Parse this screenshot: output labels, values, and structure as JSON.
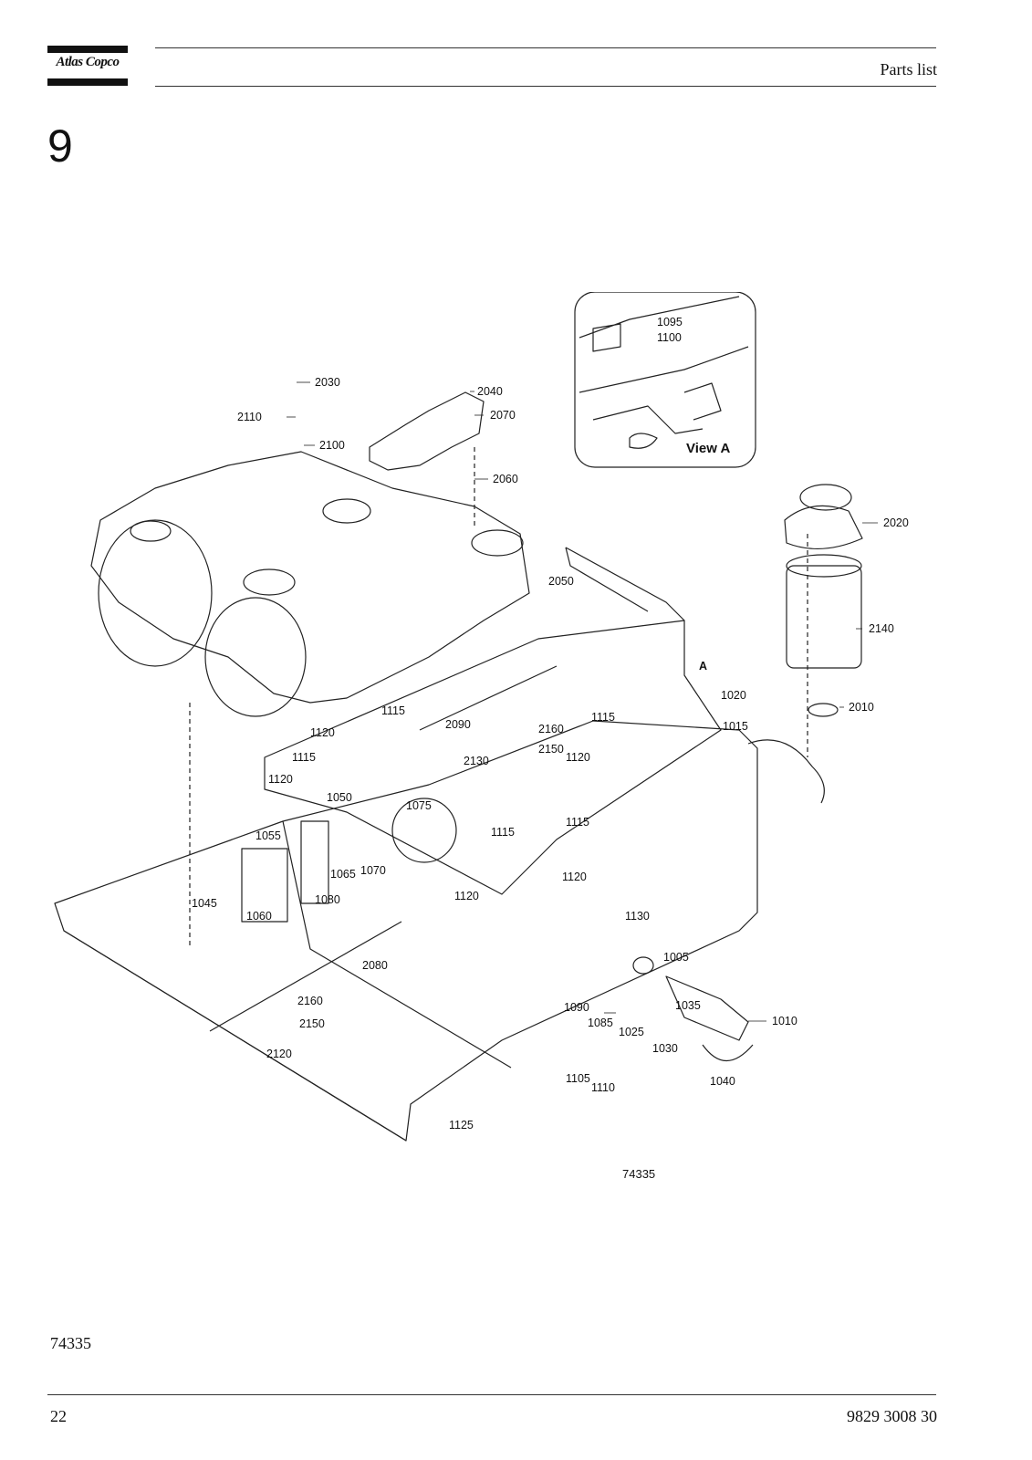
{
  "header": {
    "logo_text": "Atlas Copco",
    "title": "Parts list"
  },
  "section": {
    "number": "9"
  },
  "figure": {
    "view_label": "View A",
    "view_marker": "A",
    "caption": "74335",
    "callouts": {
      "c1095": "1095",
      "c1100": "1100",
      "c2030": "2030",
      "c2040": "2040",
      "c2070": "2070",
      "c2110": "2110",
      "c2100": "2100",
      "c2060": "2060",
      "c2020": "2020",
      "c2050": "2050",
      "c2140": "2140",
      "c1020": "1020",
      "c2010": "2010",
      "c1015": "1015",
      "c1115a": "1115",
      "c1120a": "1120",
      "c2090": "2090",
      "c2160a": "2160",
      "c2150a": "2150",
      "c1115b": "1115",
      "c1120b": "1120",
      "c1115c": "1115",
      "c2130": "2130",
      "c1120c": "1120",
      "c1050": "1050",
      "c1075": "1075",
      "c1115d": "1115",
      "c1115e": "1115",
      "c1120d": "1120",
      "c1055": "1055",
      "c1065": "1065",
      "c1070": "1070",
      "c1120e": "1120",
      "c1045": "1045",
      "c1080": "1080",
      "c1060": "1060",
      "c1130": "1130",
      "c1005": "1005",
      "c2080": "2080",
      "c1090": "1090",
      "c1085": "1085",
      "c1035": "1035",
      "c1010": "1010",
      "c2160b": "2160",
      "c2150b": "2150",
      "c1025": "1025",
      "c1030": "1030",
      "c2120": "2120",
      "c1105": "1105",
      "c1110": "1110",
      "c1040": "1040",
      "c1125": "1125"
    }
  },
  "footer": {
    "figure_ref": "74335",
    "page_number": "22",
    "document_number": "9829 3008 30"
  }
}
